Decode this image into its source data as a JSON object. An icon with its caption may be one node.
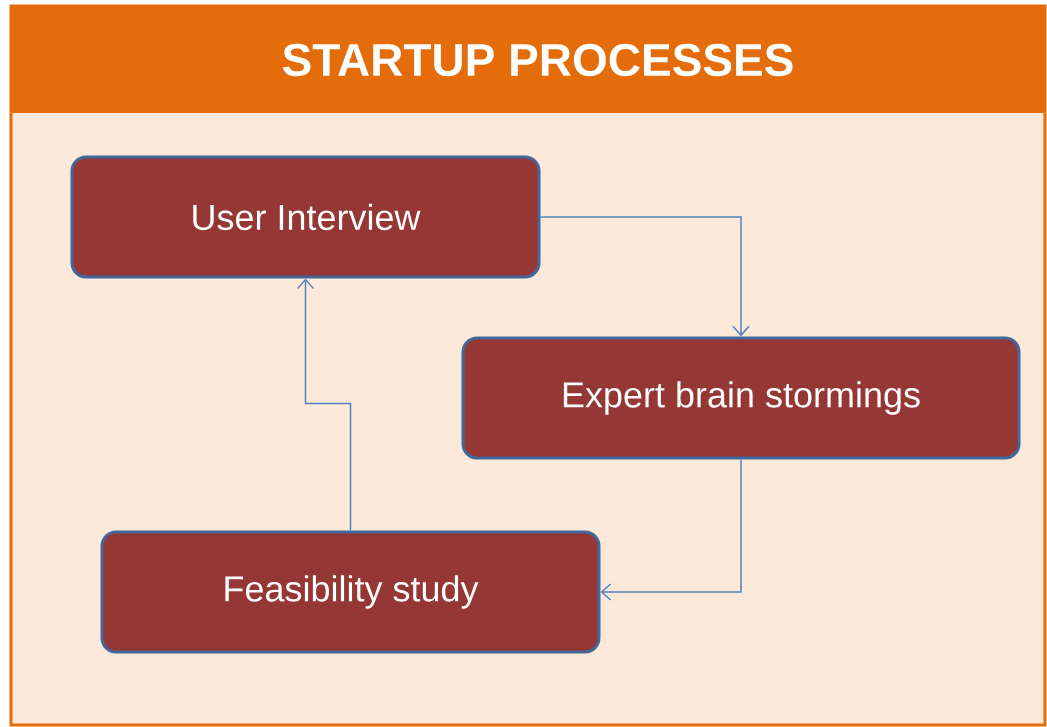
{
  "diagram": {
    "title": "STARTUP PROCESSES",
    "nodes": [
      {
        "text": [
          "User Interview"
        ]
      },
      {
        "text": [
          "Expert brain stormings"
        ]
      },
      {
        "text": [
          "Feasibility study"
        ]
      }
    ],
    "edges": [
      {
        "from": 0,
        "to": 1,
        "arrow": "to"
      },
      {
        "from": 1,
        "to": 2,
        "arrow": "to"
      },
      {
        "from": 2,
        "to": 0,
        "arrow": "to"
      }
    ]
  }
}
